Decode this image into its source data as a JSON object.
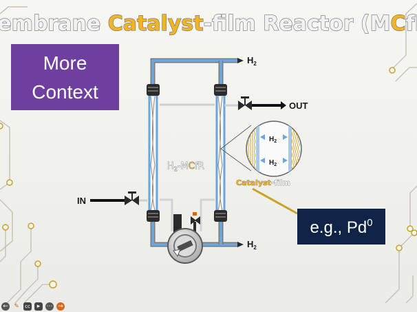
{
  "slide": {
    "title": {
      "part1": "Membrane ",
      "highlight1": "Catalyst",
      "part2": "-film Reactor (M",
      "highlight2": "C",
      "part3": "fR)"
    },
    "context_button": {
      "line1": "More",
      "line2": "Context"
    },
    "labels": {
      "h2_top": "H",
      "h2_top_sub": "2",
      "h2_bottom": "H",
      "h2_bottom_sub": "2",
      "out": "OUT",
      "in": "IN",
      "reactor_prefix": "H",
      "reactor_sub": "2",
      "reactor_mid": "-M",
      "reactor_c": "C",
      "reactor_suffix": "fR",
      "catalyst": "Catalyst",
      "film": "-film",
      "zoom_h2_top": "H",
      "zoom_h2_top_sub": "2",
      "zoom_h2_bottom": "H",
      "zoom_h2_bottom_sub": "2"
    },
    "example_box": {
      "text": "e.g., Pd",
      "sup": "0"
    }
  },
  "colors": {
    "background": "#f3f3f0",
    "title_fill": "#f2f2f2",
    "title_outline": "#6e6e6e",
    "highlight": "#f0b32a",
    "purple": "#6f3fa0",
    "navy": "#0f2347",
    "gold_line": "#c9a227",
    "gas_blue": "#6aa6dd",
    "pipe_gray": "#7a7a7a"
  },
  "toolbar": {
    "icons": [
      "back-icon",
      "pen-icon",
      "cc-icon",
      "video-icon",
      "more-icon",
      "next-icon"
    ]
  }
}
